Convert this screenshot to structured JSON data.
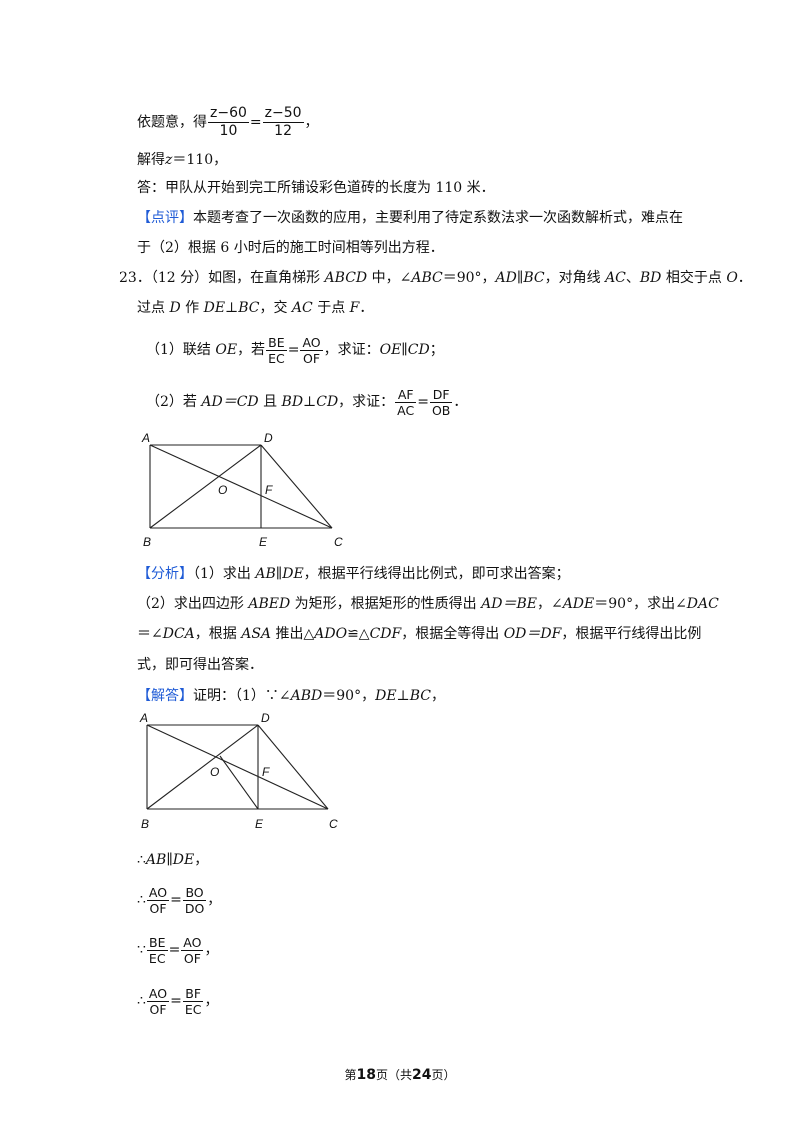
{
  "top": {
    "eq_prefix": "依题意，得",
    "f1_num": "z−60",
    "f1_den": "10",
    "eq": "=",
    "f2_num": "z−50",
    "f2_den": "12",
    "eq_end": "，",
    "solve_prefix": "解得",
    "solve_var": "z",
    "solve_rest": "＝110，",
    "answer": "答：甲队从开始到完工所铺设彩色道砖的长度为 110 米．",
    "comment_tag": "【点评】",
    "comment_text": "本题考查了一次函数的应用，主要利用了待定系数法求一次函数解析式，难点在",
    "comment_text2": "于（2）根据 6 小时后的施工时间相等列出方程．"
  },
  "q23": {
    "number": "23．",
    "score": "（12 分）",
    "stem_a": "如图，在直角梯形 ",
    "ABCD": "ABCD",
    "stem_b": " 中，∠",
    "ABC": "ABC",
    "stem_c": "＝90°，",
    "ADBC": "AD∥BC",
    "stem_d": "，对角线 ",
    "AC": "AC",
    "stem_e": "、",
    "BD": "BD",
    "stem_f": " 相交于点 ",
    "O": "O",
    "stem_g": "．",
    "line2_a": "过点 ",
    "D": "D",
    "line2_b": " 作 ",
    "DEBC": "DE⊥BC",
    "line2_c": "，交 ",
    "AC2": "AC",
    "line2_d": " 于点 ",
    "F": "F",
    "line2_e": "．",
    "p1_a": "（1）联结 ",
    "p1_OE": "OE",
    "p1_b": "，若",
    "p1_f1n": "BE",
    "p1_f1d": "EC",
    "p1_f2n": "AO",
    "p1_f2d": "OF",
    "p1_c": "，求证：",
    "p1_OECD": "OE∥CD",
    "p1_d": "；",
    "p2_a": "（2）若 ",
    "p2_ADCD": "AD＝CD",
    "p2_b": " 且 ",
    "p2_BDCD": "BD⊥CD",
    "p2_c": "，求证：",
    "p2_f1n": "AF",
    "p2_f1d": "AC",
    "p2_f2n": "DF",
    "p2_f2d": "OB",
    "p2_d": "．"
  },
  "figure_labels": {
    "A": "A",
    "B": "B",
    "C": "C",
    "D": "D",
    "E": "E",
    "F": "F",
    "O": "O"
  },
  "analysis": {
    "tag": "【分析】",
    "l1_a": "（1）求出 ",
    "l1_ABDE": "AB∥DE",
    "l1_b": "，根据平行线得出比例式，即可求出答案；",
    "l2_a": "（2）求出四边形 ",
    "l2_ABED": "ABED",
    "l2_b": " 为矩形，根据矩形的性质得出 ",
    "l2_ADBE": "AD＝BE",
    "l2_c": "，∠",
    "l2_ADE": "ADE",
    "l2_d": "＝90°，求出∠",
    "l2_DAC": "DAC",
    "l3_a": "＝∠",
    "l3_DCA": "DCA",
    "l3_b": "，根据 ",
    "l3_ASA": "ASA",
    "l3_c": " 推出△",
    "l3_ADO": "ADO",
    "l3_d": "≌△",
    "l3_CDF": "CDF",
    "l3_e": "，根据全等得出 ",
    "l3_ODDF": "OD＝DF",
    "l3_f": "，根据平行线得出比例",
    "l4": "式，即可得出答案．"
  },
  "solution": {
    "tag": "【解答】",
    "s1_a": "证明：（1）∵∠",
    "s1_ABD": "ABD",
    "s1_b": "＝90°，",
    "s1_DEBC": "DE⊥BC",
    "s1_c": "，",
    "s2_a": "∴",
    "s2_ABDE": "AB∥DE",
    "s2_b": "，",
    "s3_a": "∴",
    "s3_f1n": "AO",
    "s3_f1d": "OF",
    "s3_f2n": "BO",
    "s3_f2d": "DO",
    "s3_b": "，",
    "s4_a": "∵",
    "s4_f1n": "BE",
    "s4_f1d": "EC",
    "s4_f2n": "AO",
    "s4_f2d": "OF",
    "s4_b": "，",
    "s5_a": "∴",
    "s5_f1n": "AO",
    "s5_f1d": "OF",
    "s5_f2n": "BF",
    "s5_f2d": "EC",
    "s5_b": "，"
  },
  "footer": {
    "a": "第",
    "page": "18",
    "b": "页（共",
    "total": "24",
    "c": "页）"
  }
}
